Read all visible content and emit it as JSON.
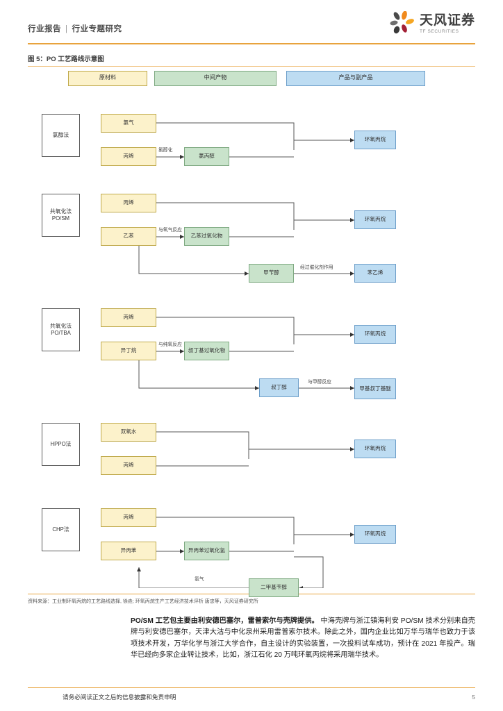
{
  "header": {
    "left_title_1": "行业报告",
    "separator": "|",
    "left_title_2": "行业专题研究",
    "logo_cn": "天风证券",
    "logo_en": "TF SECURITIES"
  },
  "figure": {
    "title": "图 5：PO 工艺路线示意图",
    "legend": [
      {
        "label": "原材料",
        "kind": "raw"
      },
      {
        "label": "中间产物",
        "kind": "intermediate"
      },
      {
        "label": "产品与副产品",
        "kind": "product"
      }
    ],
    "routes": [
      {
        "name": "氯醇法"
      },
      {
        "name": "共氧化法\nPO/SM"
      },
      {
        "name": "共氧化法\nPO/TBA"
      },
      {
        "name": "HPPO法"
      },
      {
        "name": "CHP法"
      }
    ],
    "nodes": {
      "r1_raw1": "氯气",
      "r1_raw2": "丙烯",
      "r1_inter": "氯丙醇",
      "r1_prod": "环氧丙烷",
      "r2_raw1": "丙烯",
      "r2_raw2": "乙苯",
      "r2_inter1": "乙苯过氧化物",
      "r2_inter2": "甲苄醇",
      "r2_prod1": "环氧丙烷",
      "r2_prod2": "苯乙烯",
      "r3_raw1": "丙烯",
      "r3_raw2": "异丁烷",
      "r3_inter1": "叔丁基过氧化物",
      "r3_inter2": "叔丁醇",
      "r3_prod1": "环氧丙烷",
      "r3_prod2": "甲基叔丁基醚",
      "r4_raw1": "双氧水",
      "r4_raw2": "丙烯",
      "r4_prod": "环氧丙烷",
      "r5_raw1": "丙烯",
      "r5_raw2": "异丙苯",
      "r5_inter1": "异丙苯过氧化氢",
      "r5_inter2": "二甲基苄醇",
      "r5_prod": "环氧丙烷"
    },
    "edge_labels": {
      "r1_e1": "氯醇化",
      "r2_e1": "与氧气反应",
      "r2_e2": "经过催化剂作用",
      "r3_e1": "与纯氧反应",
      "r3_e2": "与甲醇反应",
      "r5_e1": "氢气"
    },
    "source": "资料来源：工业制环氧丙烷的工艺路线选择, 徐垚; 环氧丙烷生产工艺经济技术评析 唐忠等，天风证券研究所"
  },
  "body": {
    "lead": "PO/SM 工艺包主要由利安德巴塞尔，雷普索尔与壳牌提供。",
    "text": " 中海壳牌与浙江镇海利安 PO/SM 技术分别来自壳牌与利安德巴塞尔，天津大沽与中化泉州采用雷普索尔技术。除此之外，国内企业比如万华与瑞华也致力于该项技术开发，万华化学与浙江大学合作，自主设计的实验装置，一次投料试车成功，预计在 2021 年投产。瑞华已经向多家企业转让技术，比如，浙江石化 20 万吨环氧丙烷将采用瑞华技术。"
  },
  "footer": {
    "disclaimer": "请务必阅读正文之后的信息披露和免责申明",
    "page": "5"
  },
  "colors": {
    "accent": "#E8A33D",
    "raw": "#FCF2CB",
    "intermediate": "#C9E3CB",
    "product": "#BDDCF2"
  }
}
